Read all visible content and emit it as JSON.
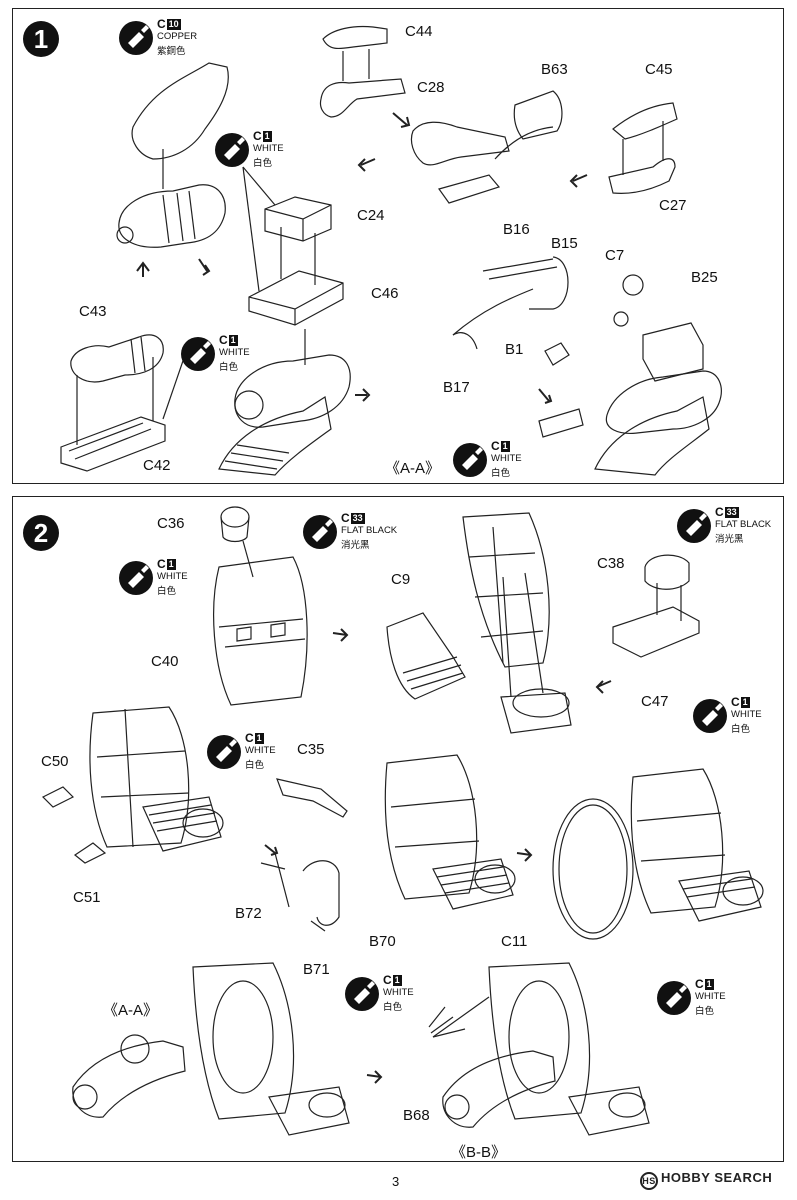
{
  "steps": [
    {
      "number": "1",
      "parts": [
        "C44",
        "C28",
        "B63",
        "C45",
        "C27",
        "C24",
        "C46",
        "C43",
        "C42",
        "B16",
        "B15",
        "B1",
        "B17",
        "C7",
        "B25"
      ],
      "paints": [
        {
          "code": "C",
          "num": "10",
          "en": "COPPER",
          "zh": "紫銅色"
        },
        {
          "code": "C",
          "num": "1",
          "en": "WHITE",
          "zh": "白色"
        },
        {
          "code": "C",
          "num": "1",
          "en": "WHITE",
          "zh": "白色"
        },
        {
          "code": "C",
          "num": "1",
          "en": "WHITE",
          "zh": "白色"
        }
      ],
      "section_label": "《A-A》"
    },
    {
      "number": "2",
      "parts": [
        "C36",
        "C40",
        "C9",
        "C38",
        "C47",
        "C50",
        "C51",
        "C35",
        "B72",
        "B70",
        "B71",
        "C11",
        "B68"
      ],
      "paints": [
        {
          "code": "C",
          "num": "33",
          "en": "FLAT BLACK",
          "zh": "消光黑"
        },
        {
          "code": "C",
          "num": "1",
          "en": "WHITE",
          "zh": "白色"
        },
        {
          "code": "C",
          "num": "33",
          "en": "FLAT BLACK",
          "zh": "消光黑"
        },
        {
          "code": "C",
          "num": "1",
          "en": "WHITE",
          "zh": "白色"
        },
        {
          "code": "C",
          "num": "1",
          "en": "WHITE",
          "zh": "白色"
        },
        {
          "code": "C",
          "num": "1",
          "en": "WHITE",
          "zh": "白色"
        },
        {
          "code": "C",
          "num": "1",
          "en": "WHITE",
          "zh": "白色"
        }
      ],
      "section_label_a": "《A-A》",
      "section_label_b": "《B-B》"
    }
  ],
  "page_number": "3",
  "watermark": "HOBBY SEARCH",
  "watermark_mark": "HS"
}
